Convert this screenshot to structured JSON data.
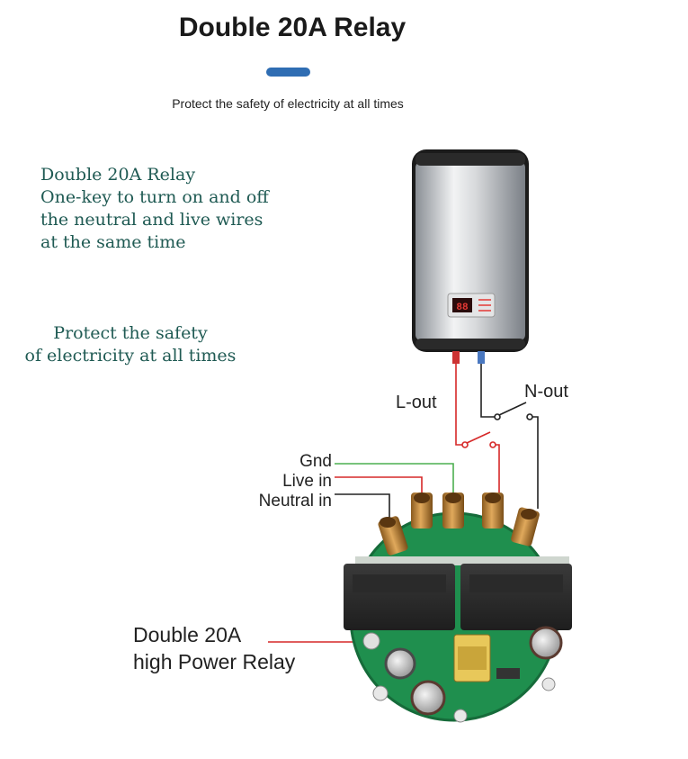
{
  "header": {
    "title": "Double 20A Relay",
    "subtitle": "Protect the safety of electricity at all times",
    "accent_color": "#2f6db3"
  },
  "description": {
    "lines": [
      "Double 20A Relay",
      "One-key to turn on and off",
      "the neutral and live wires",
      "at the same time"
    ],
    "tagline_lines": [
      "Protect the safety",
      "of electricity at all times"
    ],
    "text_color": "#1f5a53"
  },
  "wiring_labels": {
    "gnd": "Gnd",
    "live_in": "Live in",
    "neutral_in": "Neutral in",
    "l_out": "L-out",
    "n_out": "N-out",
    "relay_lines": [
      "Double 20A",
      "high Power Relay"
    ]
  },
  "wire_colors": {
    "live": "#d62828",
    "gnd": "#4caf50",
    "neutral": "#222222"
  },
  "heater_display": {
    "value": "88",
    "color": "#e53935"
  }
}
